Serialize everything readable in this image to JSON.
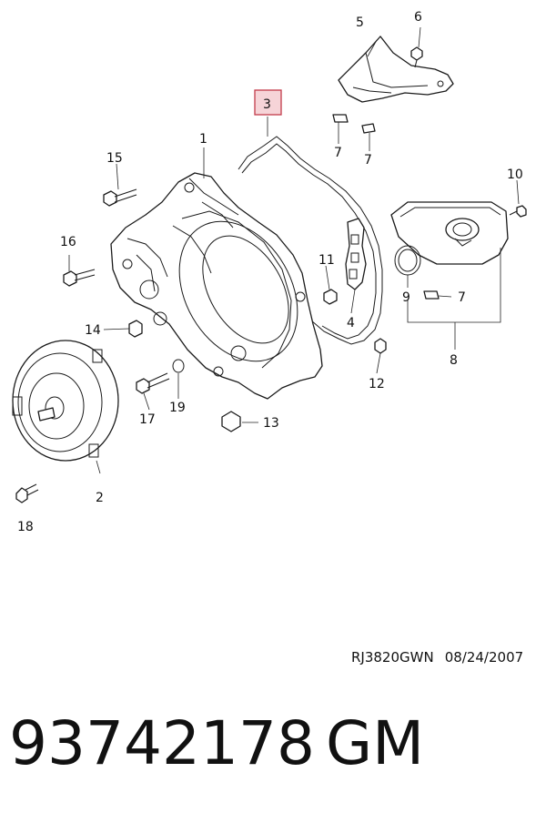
{
  "diagram": {
    "callouts": [
      {
        "id": "c1",
        "label": "1"
      },
      {
        "id": "c2",
        "label": "2"
      },
      {
        "id": "c3",
        "label": "3"
      },
      {
        "id": "c4",
        "label": "4"
      },
      {
        "id": "c5",
        "label": "5"
      },
      {
        "id": "c6",
        "label": "6"
      },
      {
        "id": "c7a",
        "label": "7"
      },
      {
        "id": "c7b",
        "label": "7"
      },
      {
        "id": "c7c",
        "label": "7"
      },
      {
        "id": "c8",
        "label": "8"
      },
      {
        "id": "c9",
        "label": "9"
      },
      {
        "id": "c10",
        "label": "10"
      },
      {
        "id": "c11",
        "label": "11"
      },
      {
        "id": "c12",
        "label": "12"
      },
      {
        "id": "c13",
        "label": "13"
      },
      {
        "id": "c14",
        "label": "14"
      },
      {
        "id": "c15",
        "label": "15"
      },
      {
        "id": "c16",
        "label": "16"
      },
      {
        "id": "c17",
        "label": "17"
      },
      {
        "id": "c18",
        "label": "18"
      },
      {
        "id": "c19",
        "label": "19"
      }
    ],
    "highlighted_callout": "3",
    "highlight_color": "#c23b4a"
  },
  "reference": {
    "code": "RJ3820GWN",
    "date": "08/24/2007"
  },
  "footer": {
    "part_number": "93742178",
    "make": "GM"
  }
}
